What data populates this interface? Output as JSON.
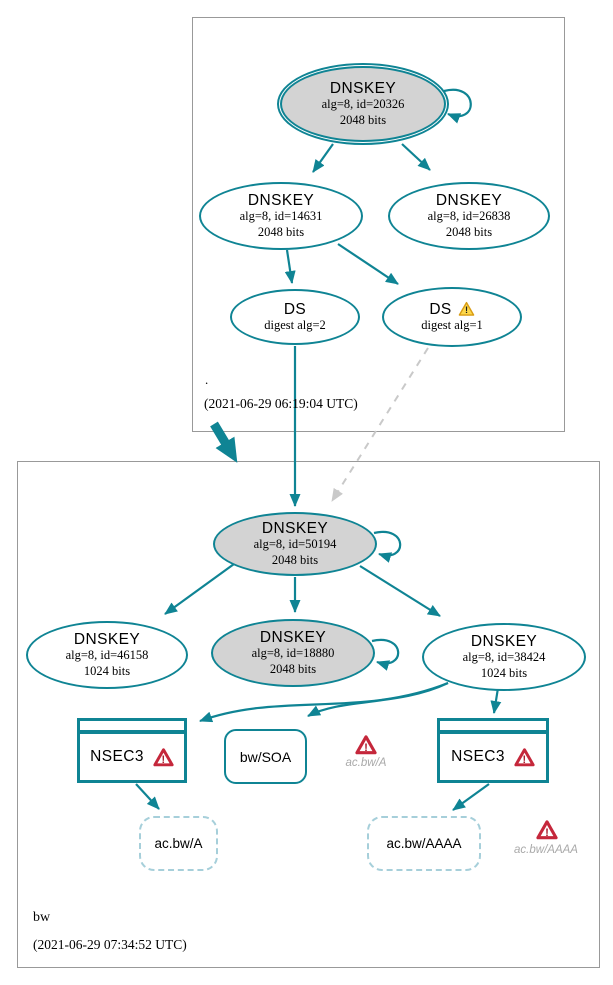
{
  "diagram_type": "dnssec-authentication-chain",
  "colors": {
    "teal": "#0f8494",
    "node_fill_gray": "#d3d3d3",
    "cluster_border": "#999999",
    "dashed_edge_gray": "#c9c9c9",
    "dashed_node_border": "#a6cfda",
    "muted_text": "#a9a9a9",
    "error_red": "#c5273b",
    "warning_yellow": "#fcd74b"
  },
  "icons": {
    "warning-triangle-icon": "⚠",
    "error-triangle-icon": "⚠"
  },
  "clusters": {
    "root": {
      "label": ".",
      "timestamp": "(2021-06-29 06:19:04 UTC)"
    },
    "bw": {
      "label": "bw",
      "timestamp": "(2021-06-29 07:34:52 UTC)"
    }
  },
  "nodes": {
    "dnskey_20326": {
      "title": "DNSKEY",
      "detail1": "alg=8, id=20326",
      "detail2": "2048 bits"
    },
    "dnskey_14631": {
      "title": "DNSKEY",
      "detail1": "alg=8, id=14631",
      "detail2": "2048 bits"
    },
    "dnskey_26838": {
      "title": "DNSKEY",
      "detail1": "alg=8, id=26838",
      "detail2": "2048 bits"
    },
    "ds_digest2": {
      "title": "DS",
      "detail1": "digest alg=2"
    },
    "ds_digest1": {
      "title": "DS",
      "detail1": "digest alg=1"
    },
    "dnskey_50194": {
      "title": "DNSKEY",
      "detail1": "alg=8, id=50194",
      "detail2": "2048 bits"
    },
    "dnskey_46158": {
      "title": "DNSKEY",
      "detail1": "alg=8, id=46158",
      "detail2": "1024 bits"
    },
    "dnskey_18880": {
      "title": "DNSKEY",
      "detail1": "alg=8, id=18880",
      "detail2": "2048 bits"
    },
    "dnskey_38424": {
      "title": "DNSKEY",
      "detail1": "alg=8, id=38424",
      "detail2": "1024 bits"
    },
    "nsec3_left": {
      "title": "NSEC3"
    },
    "nsec3_right": {
      "title": "NSEC3"
    },
    "bw_soa": {
      "label": "bw/SOA"
    },
    "ac_bw_a": {
      "label": "ac.bw/A"
    },
    "ac_bw_aaaa": {
      "label": "ac.bw/AAAA"
    },
    "warn_ac_bw_a": {
      "label": "ac.bw/A"
    },
    "warn_ac_bw_aaaa": {
      "label": "ac.bw/AAAA"
    }
  }
}
